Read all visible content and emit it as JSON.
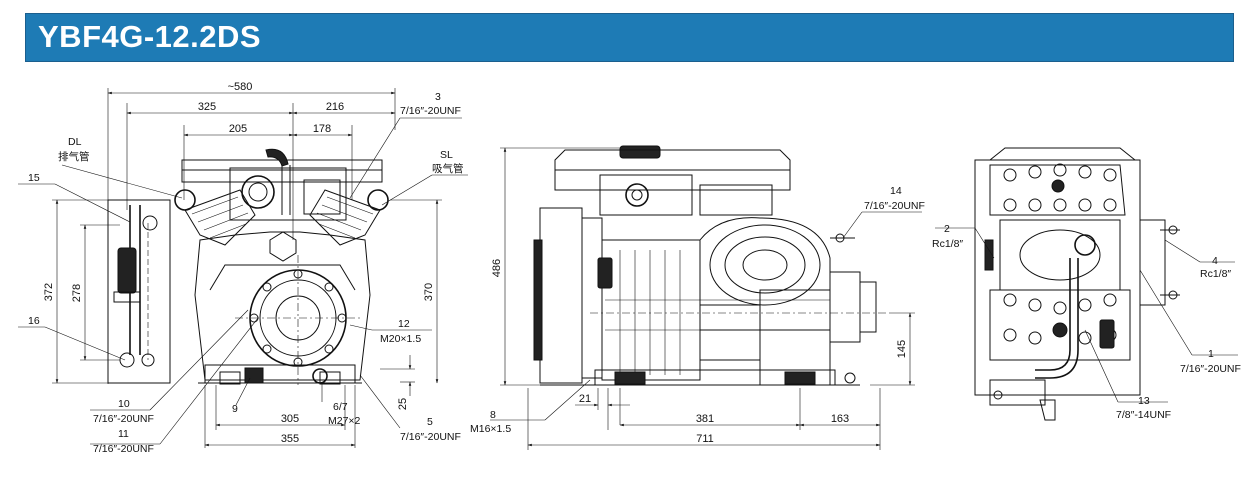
{
  "title": "YBF4G-12.2DS",
  "front_view": {
    "dim_overall_width": "~580",
    "dim_325": "325",
    "dim_216": "216",
    "dim_205": "205",
    "dim_178": "178",
    "dim_372": "372",
    "dim_278": "278",
    "dim_370": "370",
    "dim_305": "305",
    "dim_355": "355",
    "dim_25": "25",
    "label_dl": "DL",
    "label_dl_cn": "排气管",
    "label_sl": "SL",
    "label_sl_cn": "吸气管",
    "label_3": "3",
    "label_3_spec": "7/16″-20UNF",
    "label_15": "15",
    "label_16": "16",
    "label_12": "12",
    "label_12_spec": "M20×1.5",
    "label_10": "10",
    "label_10_spec": "7/16″-20UNF",
    "label_11": "11",
    "label_11_spec": "7/16″-20UNF",
    "label_9": "9",
    "label_67": "6/7",
    "label_67_spec": "M27×2",
    "label_5": "5",
    "label_5_spec": "7/16″-20UNF"
  },
  "side_view": {
    "dim_486": "486",
    "dim_145": "145",
    "dim_21": "21",
    "dim_381": "381",
    "dim_163": "163",
    "dim_711": "711",
    "label_8": "8",
    "label_8_spec": "M16×1.5",
    "label_14": "14",
    "label_14_spec": "7/16″-20UNF"
  },
  "top_view": {
    "label_2": "2",
    "label_2_spec": "Rc1/8″",
    "label_4": "4",
    "label_4_spec": "Rc1/8″",
    "label_1": "1",
    "label_1_spec": "7/16″-20UNF",
    "label_13": "13",
    "label_13_spec": "7/8″-14UNF"
  }
}
